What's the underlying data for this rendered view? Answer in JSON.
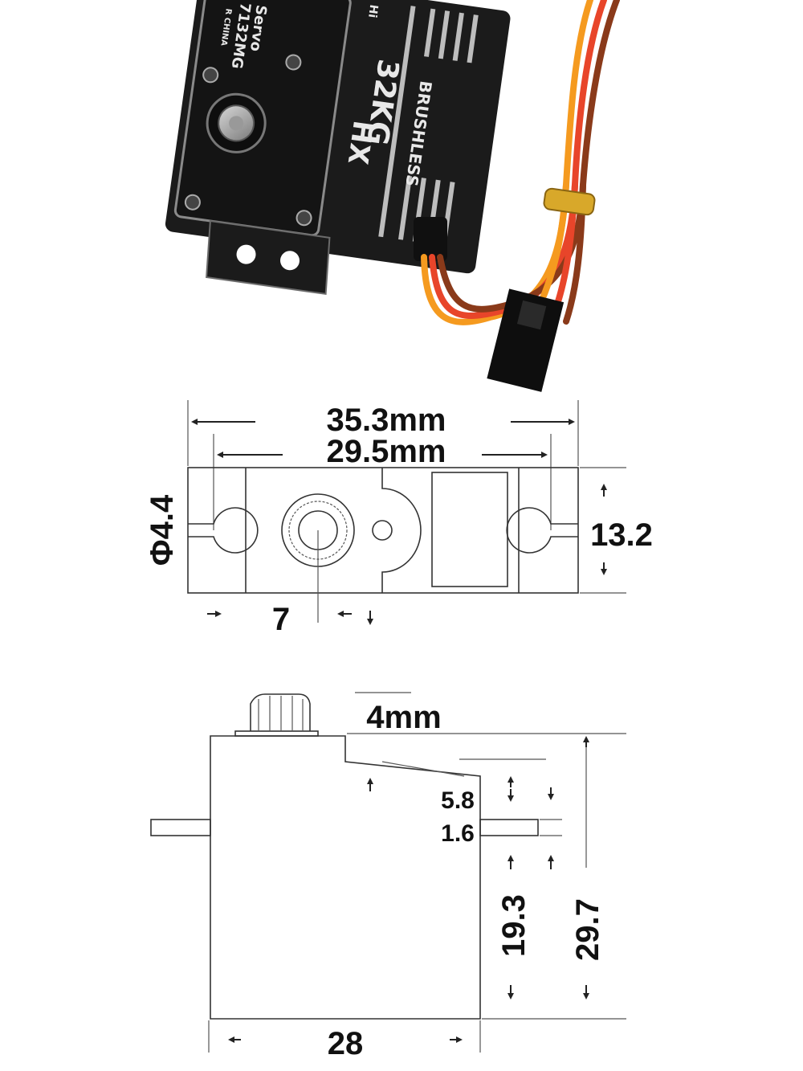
{
  "photo": {
    "label_servo": "Servo",
    "label_model": "7132MG",
    "label_made": "R CHINA",
    "label_logo": "HX",
    "label_torque": "32KG",
    "label_brushless": "BRUSHLESS",
    "label_high": "Hi",
    "body_color": "#1b1b1b",
    "wire_colors": [
      "#f59a1f",
      "#e8452a",
      "#8a3a1a"
    ]
  },
  "top_view": {
    "overall_width": "35.3mm",
    "hole_spacing": "29.5mm",
    "hole_diameter": "Φ4.4",
    "height": "13.2",
    "shaft_offset": "7"
  },
  "side_view": {
    "spline_height": "4mm",
    "step_height": "5.8",
    "tab_thickness": "1.6",
    "tab_to_bottom": "19.3",
    "total_height": "29.7",
    "body_width": "28"
  }
}
